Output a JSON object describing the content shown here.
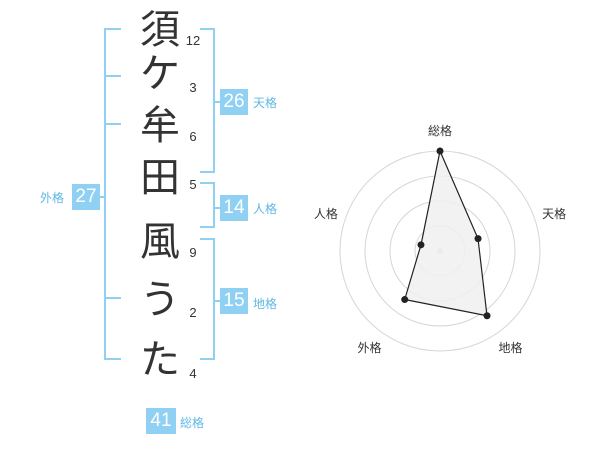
{
  "name": {
    "chars": [
      "須",
      "ケ",
      "牟",
      "田",
      "風",
      "う",
      "た"
    ],
    "strokes": [
      "12",
      "3",
      "6",
      "5",
      "9",
      "2",
      "4"
    ]
  },
  "fortune": {
    "tenkaku": {
      "value": "26",
      "label": "天格"
    },
    "jinkaku": {
      "value": "14",
      "label": "人格"
    },
    "chikaku": {
      "value": "15",
      "label": "地格"
    },
    "gaikaku": {
      "value": "27",
      "label": "外格"
    },
    "soukaku": {
      "value": "41",
      "label": "総格"
    }
  },
  "colors": {
    "accent": "#8fd0f3",
    "accent_text": "#5fb7e6",
    "radar_fill": "#f0f0f0",
    "radar_line": "#222222"
  },
  "chart_data": {
    "type": "radar",
    "axes": [
      "総格",
      "天格",
      "地格",
      "外格",
      "人格"
    ],
    "values": [
      5,
      2,
      4,
      3,
      1
    ],
    "max": 5,
    "rings": 4,
    "grid": true
  }
}
